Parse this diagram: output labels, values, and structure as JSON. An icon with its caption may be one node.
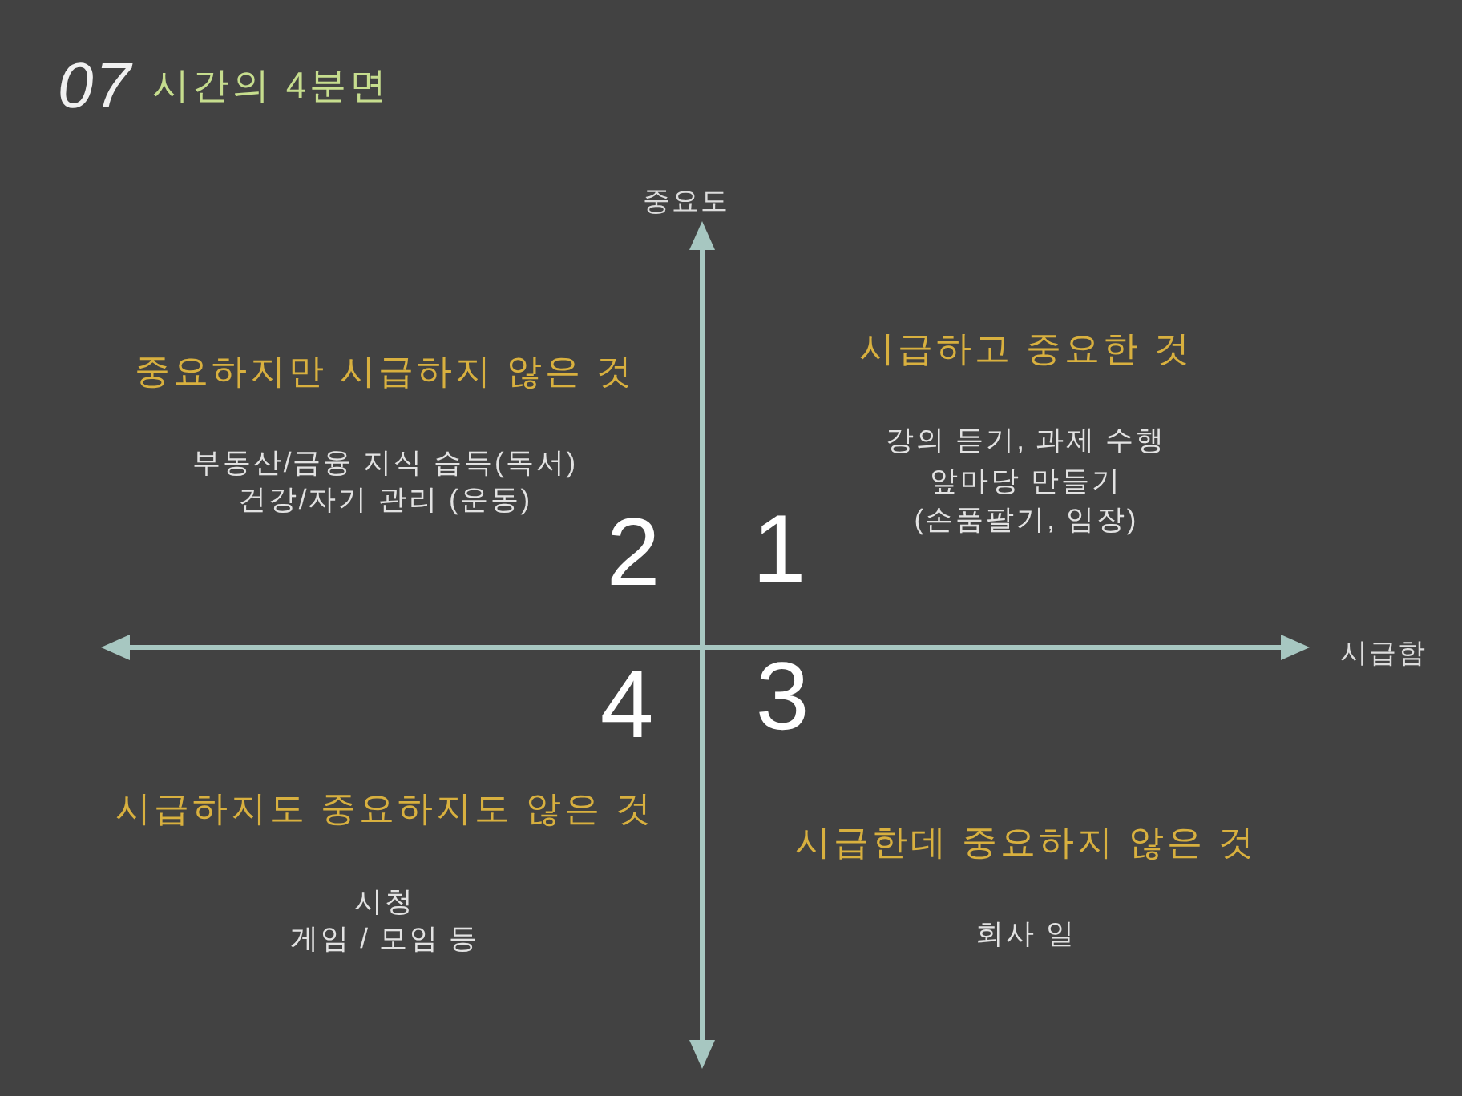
{
  "diagram": {
    "title": "시간의 4분면",
    "labels": [
      "07",
      "중요도",
      "중요하지만 시급하지 않은 것",
      "부동산/금융 지식 습득(독서)",
      "건강/자기 관리 (운동)",
      "시급하고 중요한 것",
      "강의 듣기, 과제 수행",
      "앞마당 만들기 (손품팔기, 임장)",
      "2",
      "1",
      "시급함",
      "4",
      "3",
      "시급하지도 중요하지도 않은 것",
      "시청",
      "게임 / 모임 등",
      "시급한데 중요하지 않은 것",
      "회사 일"
    ]
  }
}
